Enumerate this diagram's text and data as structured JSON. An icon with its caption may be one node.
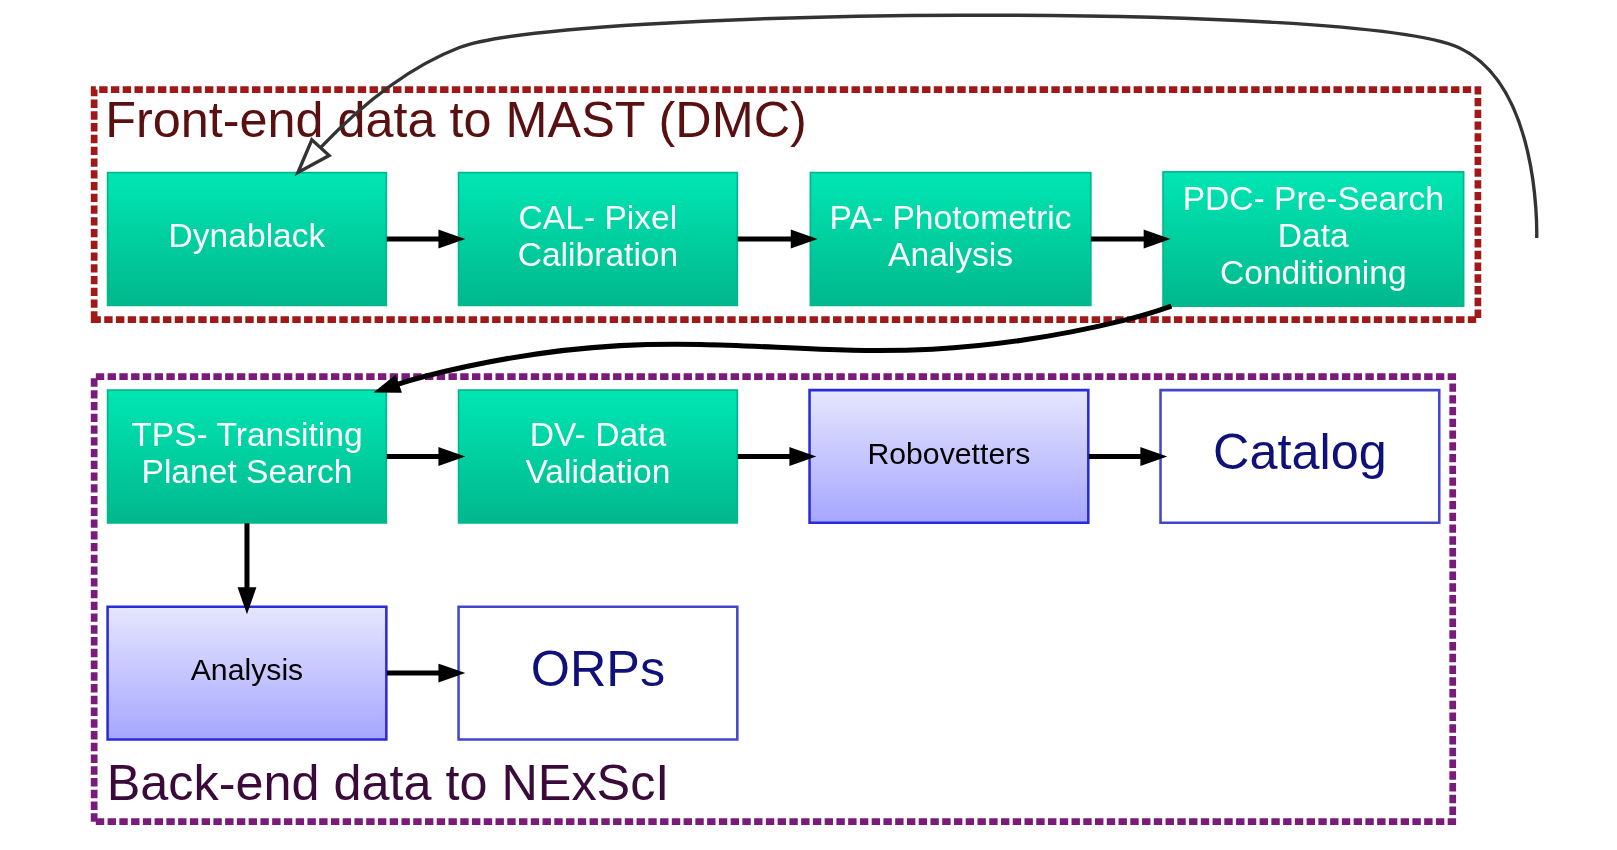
{
  "diagram": {
    "nodes": [
      {
        "text": [
          "Front-end data to MAST (DMC)"
        ]
      },
      {
        "text": [
          "Dynablack"
        ],
        "in": 0
      },
      {
        "text": [
          "CAL- Pixel Calibration"
        ],
        "in": 0
      },
      {
        "text": [
          "PA- Photometric Analysis"
        ],
        "in": 0
      },
      {
        "text": [
          "PDC- Pre-Search Data Conditioning"
        ],
        "in": 0
      },
      {
        "text": [
          "Back-end data to NExScI"
        ]
      },
      {
        "text": [
          "TPS- Transiting Planet Search"
        ],
        "in": 5
      },
      {
        "text": [
          "DV- Data Validation"
        ],
        "in": 5
      },
      {
        "text": [
          "Robovetters"
        ],
        "in": 5
      },
      {
        "text": [
          "Catalog"
        ],
        "in": 5
      },
      {
        "text": [
          "Analysis"
        ],
        "in": 5
      },
      {
        "text": [
          "ORPs"
        ],
        "in": 5
      }
    ],
    "edges": [
      {
        "from": null,
        "to": 1,
        "arrow": "to"
      },
      {
        "from": 1,
        "to": 2,
        "arrow": "to"
      },
      {
        "from": 2,
        "to": 3,
        "arrow": "to"
      },
      {
        "from": 3,
        "to": 4,
        "arrow": "to"
      },
      {
        "from": 4,
        "to": 6,
        "arrow": "to"
      },
      {
        "from": 6,
        "to": 7,
        "arrow": "to"
      },
      {
        "from": 7,
        "to": 8,
        "arrow": "to"
      },
      {
        "from": 8,
        "to": 9,
        "arrow": "to"
      },
      {
        "from": 6,
        "to": 10,
        "arrow": "to"
      },
      {
        "from": 10,
        "to": 11,
        "arrow": "to"
      }
    ]
  }
}
